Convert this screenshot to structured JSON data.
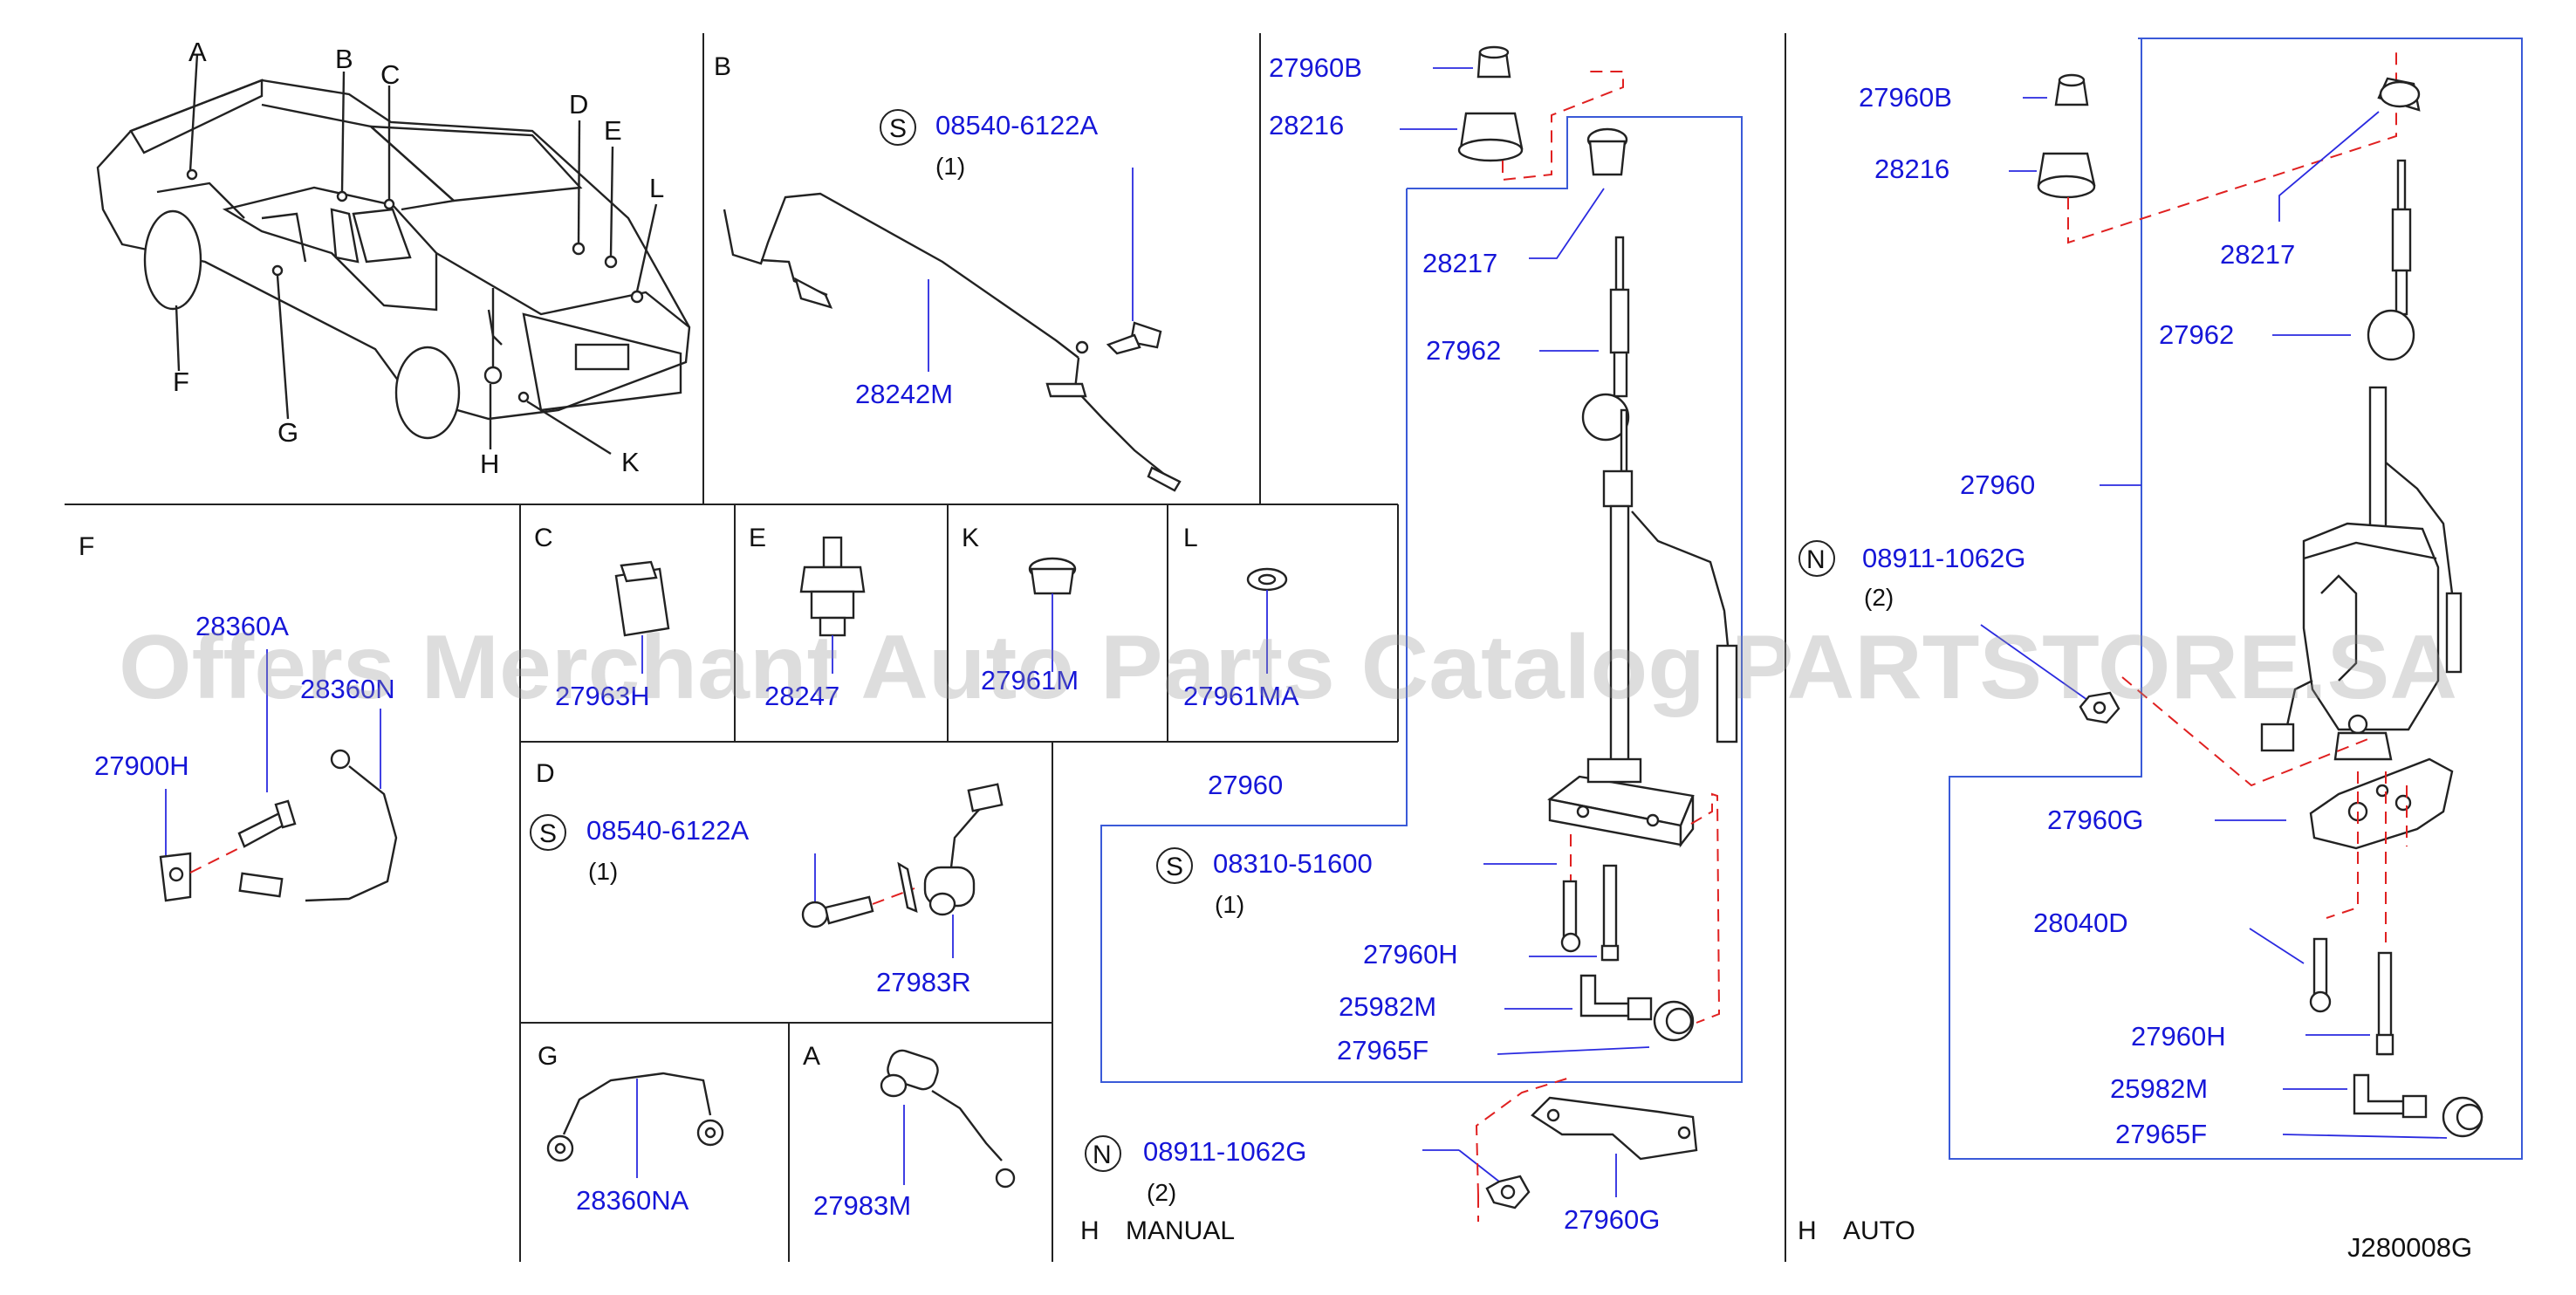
{
  "overview": {
    "letters": {
      "A": "A",
      "B": "B",
      "C": "C",
      "D": "D",
      "E": "E",
      "F": "F",
      "G": "G",
      "H": "H",
      "K": "K",
      "L": "L"
    }
  },
  "sections": {
    "B": {
      "title": "B",
      "screw_code": "S",
      "screw_part": "08540-6122A",
      "screw_qty": "(1)",
      "cable_part": "28242M"
    },
    "F": {
      "title": "F",
      "part1": "28360A",
      "part2": "28360N",
      "part3": "27900H"
    },
    "C": {
      "title": "C",
      "part": "27963H"
    },
    "E": {
      "title": "E",
      "part": "28247"
    },
    "K": {
      "title": "K",
      "part": "27961M"
    },
    "L": {
      "title": "L",
      "part": "27961MA"
    },
    "D": {
      "title": "D",
      "screw_code": "S",
      "screw_part": "08540-6122A",
      "screw_qty": "(1)",
      "part": "27983R"
    },
    "G": {
      "title": "G",
      "part": "28360NA"
    },
    "A": {
      "title": "A",
      "part": "27983M"
    },
    "H_manual": {
      "title": "H",
      "subtitle": "MANUAL",
      "p_27960B": "27960B",
      "p_28216": "28216",
      "p_28217": "28217",
      "p_27962": "27962",
      "p_27960": "27960",
      "screw_code": "S",
      "screw_part": "08310-51600",
      "screw_qty": "(1)",
      "p_27960H": "27960H",
      "p_25982M": "25982M",
      "p_27965F": "27965F",
      "nut_code": "N",
      "nut_part": "08911-1062G",
      "nut_qty": "(2)",
      "p_27960G": "27960G"
    },
    "H_auto": {
      "title": "H",
      "subtitle": "AUTO",
      "p_27960B": "27960B",
      "p_28216": "28216",
      "p_28217": "28217",
      "p_27962": "27962",
      "p_27960": "27960",
      "nut_code": "N",
      "nut_part": "08911-1062G",
      "nut_qty": "(2)",
      "p_27960G": "27960G",
      "p_28040D": "28040D",
      "p_27960H": "27960H",
      "p_25982M": "25982M",
      "p_27965F": "27965F"
    }
  },
  "diagram_code": "J280008G",
  "watermark": "Offers Merchant Auto Parts Catalog PARTSTORE.SA",
  "colors": {
    "part_number": "#1616d8",
    "dashed_guide": "#e02020",
    "frame": "#222222",
    "leader_box": "#3a5ad8"
  }
}
